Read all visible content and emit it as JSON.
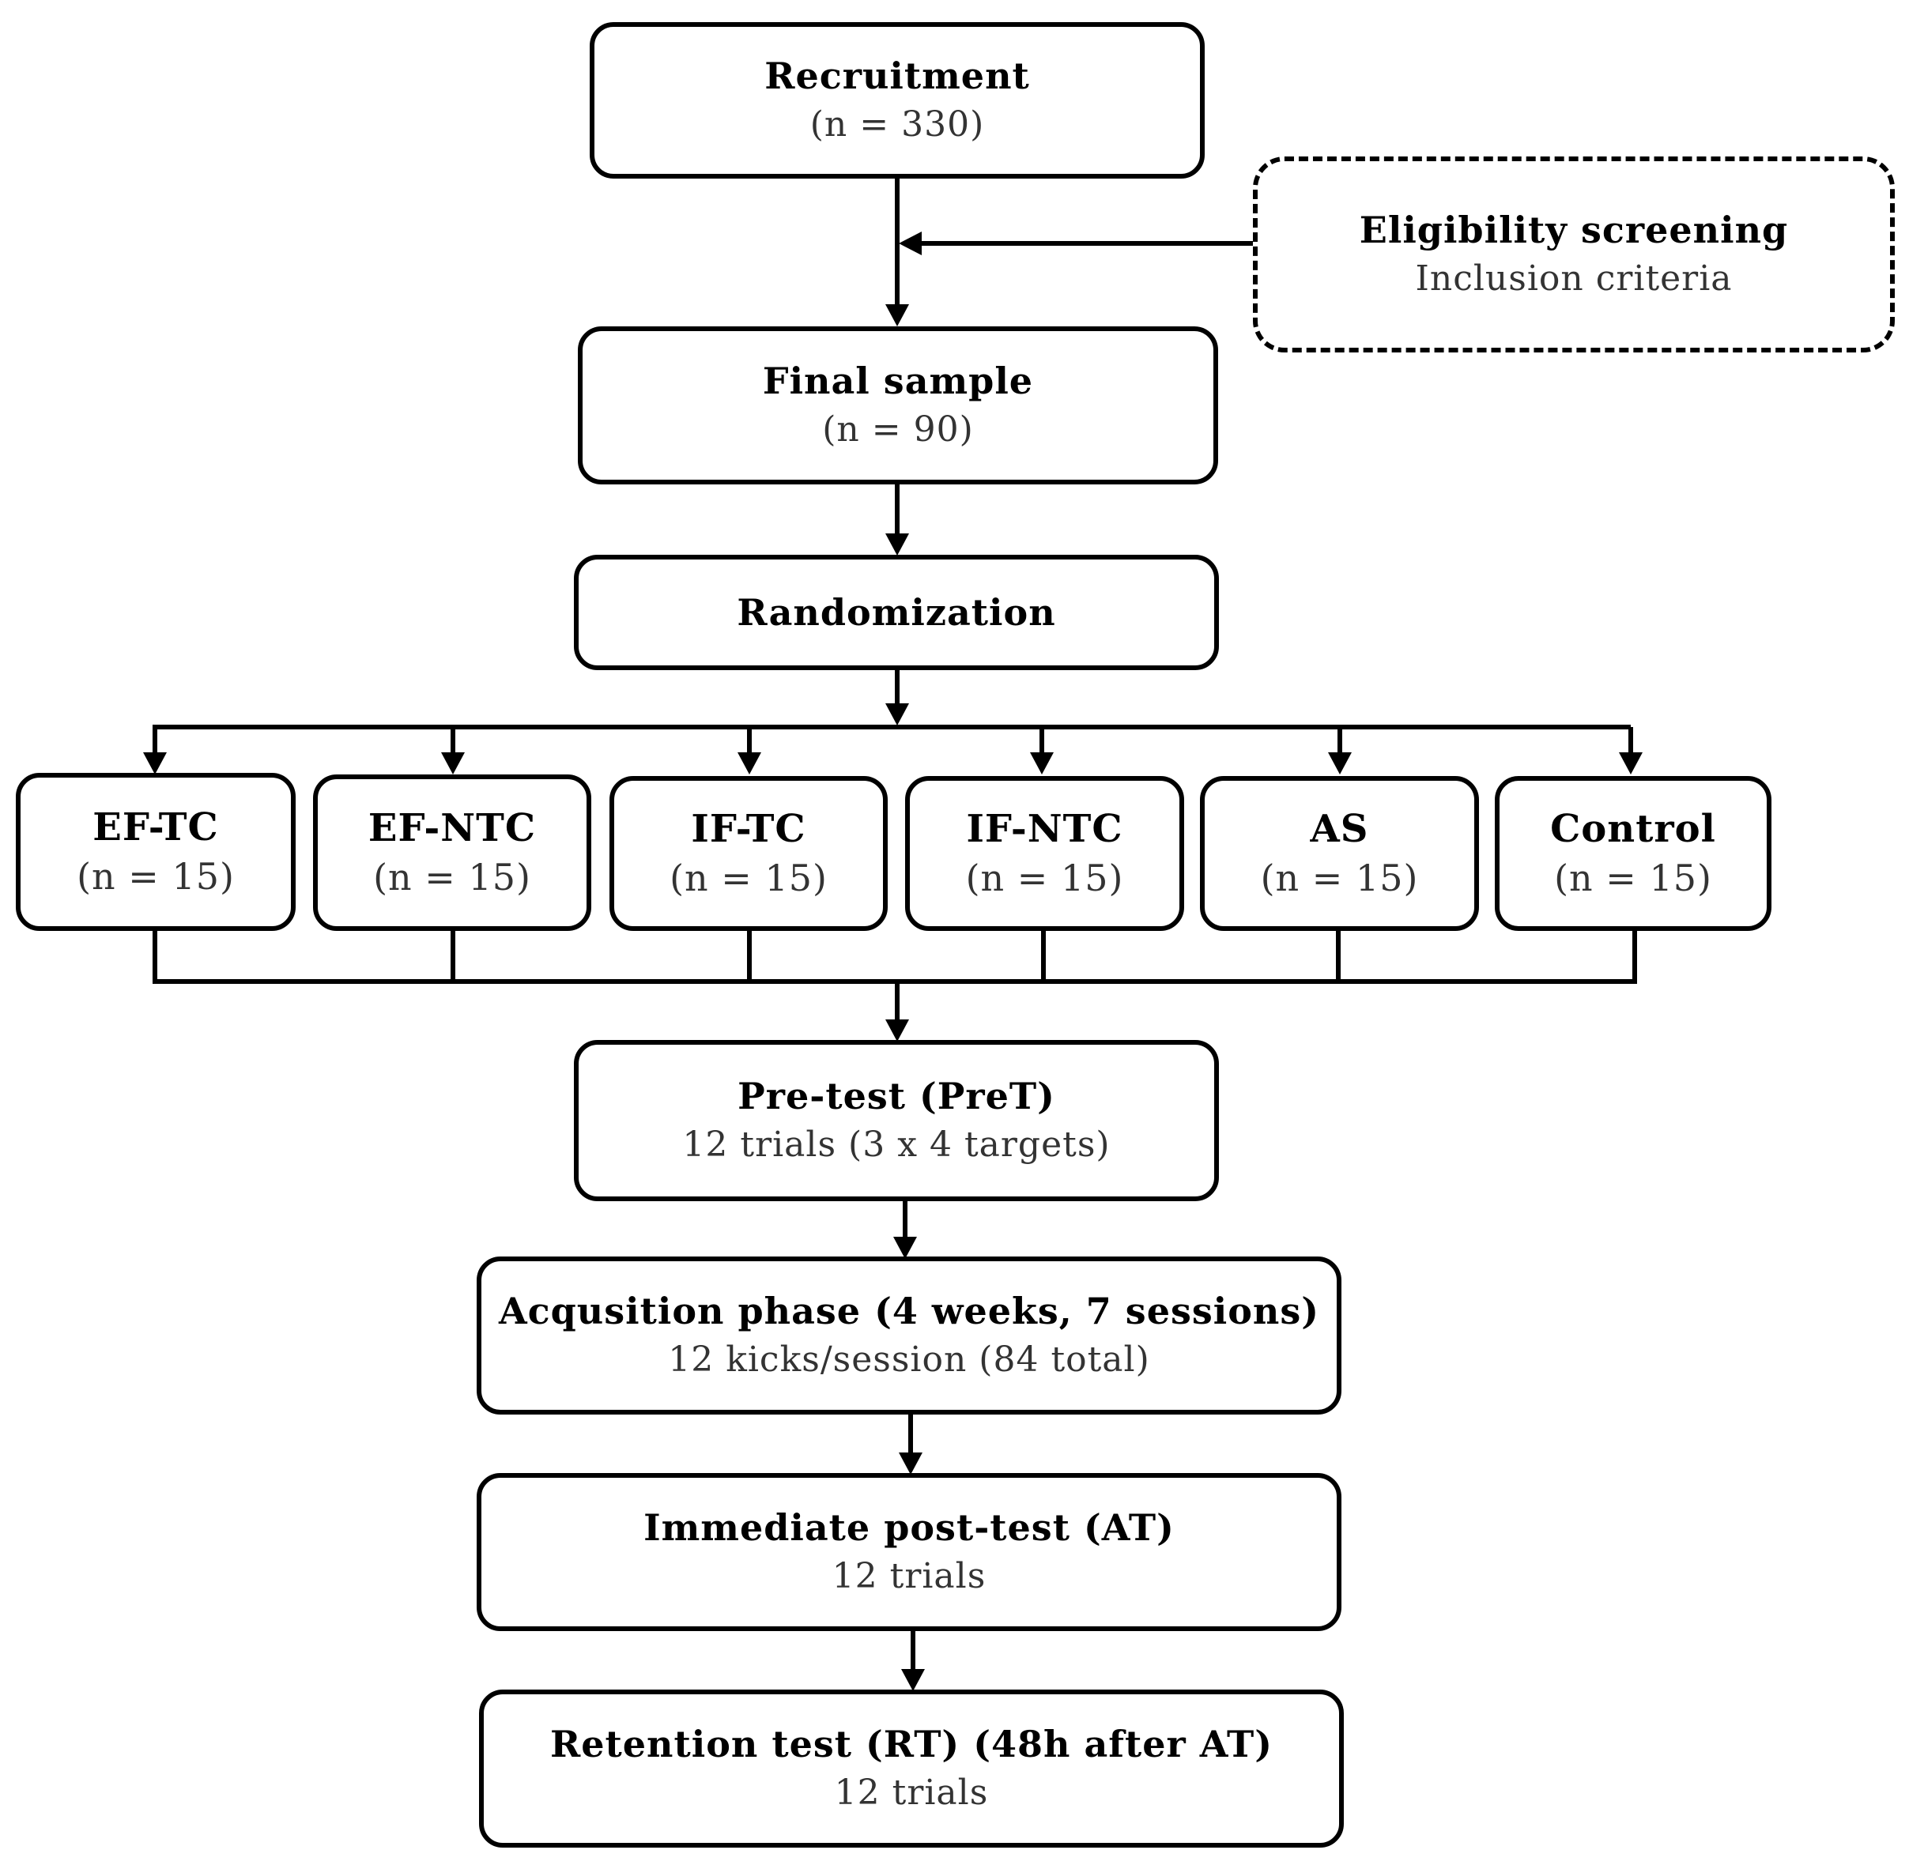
{
  "recruitment": {
    "title": "Recruitment",
    "sub": "(n = 330)"
  },
  "eligibility": {
    "title": "Eligibility screening",
    "sub": "Inclusion criteria"
  },
  "final_sample": {
    "title": "Final sample",
    "sub": "(n = 90)"
  },
  "randomization": {
    "title": "Randomization"
  },
  "groups": [
    {
      "title": "EF-TC",
      "sub": "(n = 15)"
    },
    {
      "title": "EF-NTC",
      "sub": "(n = 15)"
    },
    {
      "title": "IF-TC",
      "sub": "(n = 15)"
    },
    {
      "title": "IF-NTC",
      "sub": "(n = 15)"
    },
    {
      "title": "AS",
      "sub": "(n = 15)"
    },
    {
      "title": "Control",
      "sub": "(n = 15)"
    }
  ],
  "pretest": {
    "title": "Pre-test (PreT)",
    "sub": "12 trials (3 x 4 targets)"
  },
  "acquisition": {
    "title": "Acqusition phase (4 weeks, 7 sessions)",
    "sub": "12 kicks/session (84 total)"
  },
  "posttest": {
    "title": "Immediate post-test (AT)",
    "sub": "12 trials"
  },
  "retention": {
    "title": "Retention test (RT) (48h after AT)",
    "sub": "12 trials"
  }
}
